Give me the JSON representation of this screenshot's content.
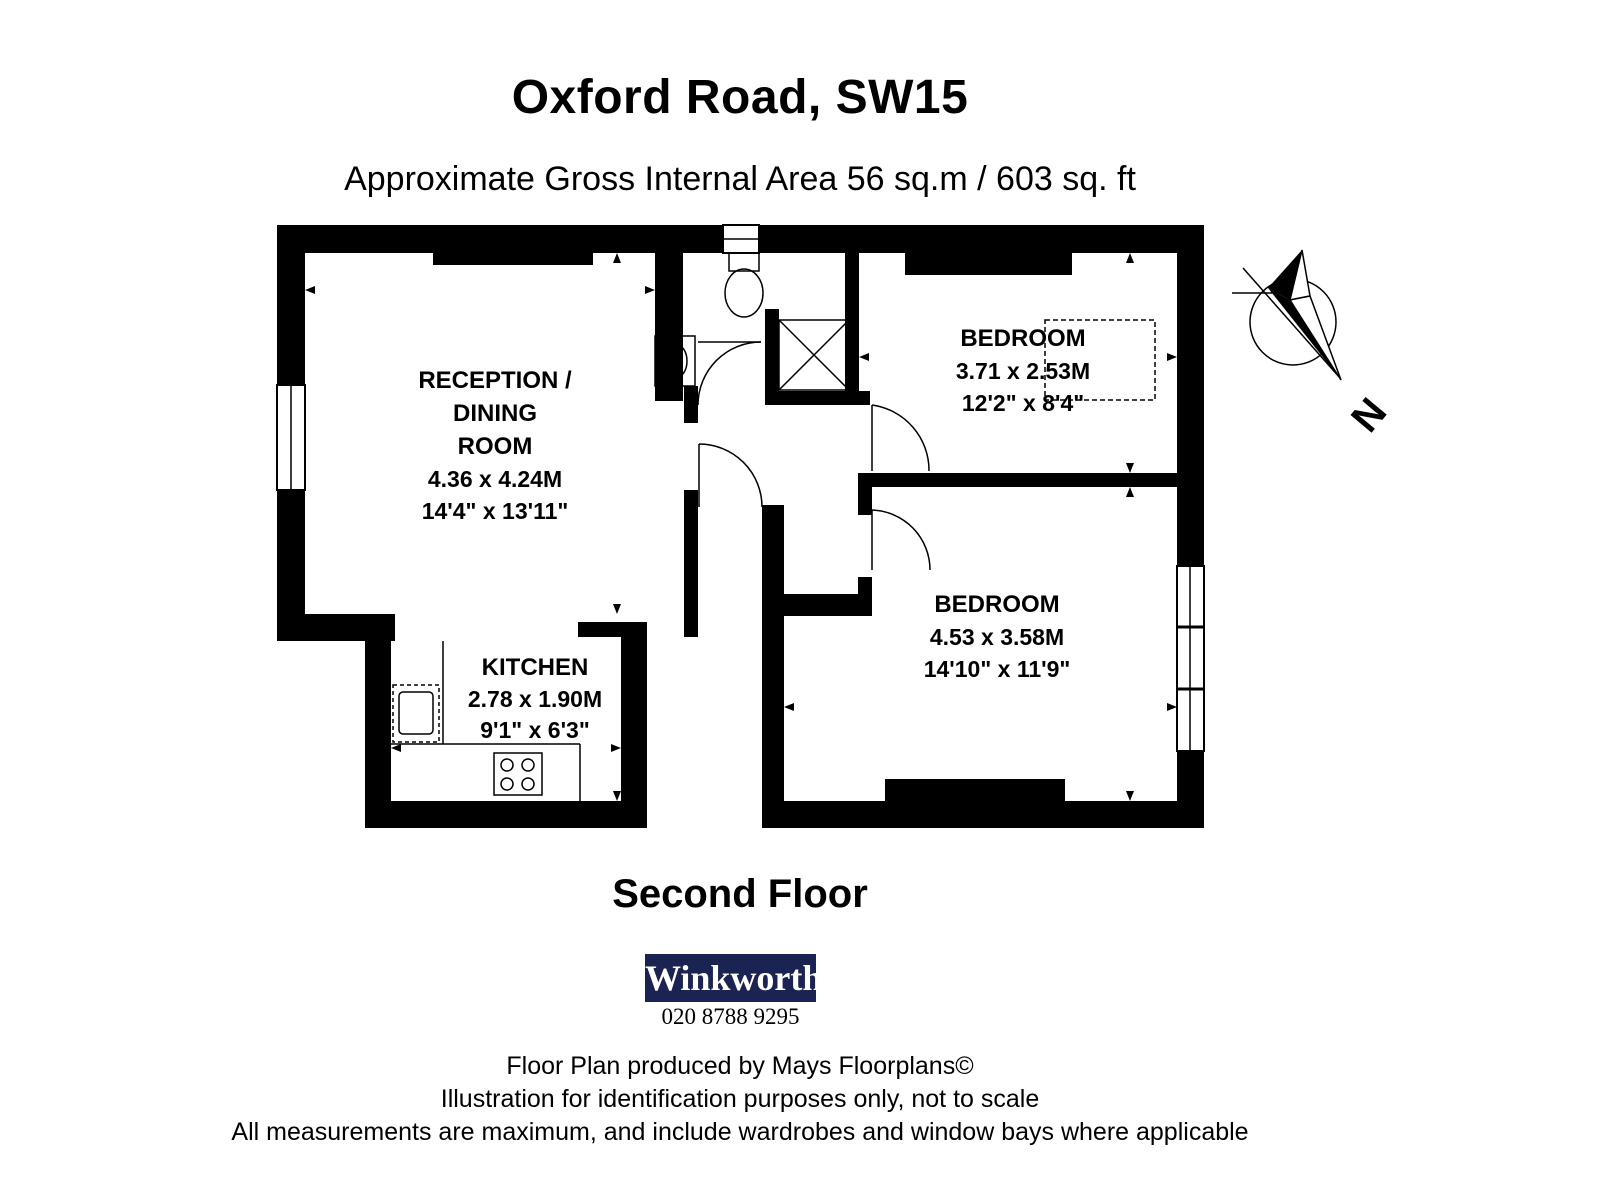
{
  "header": {
    "title": "Oxford Road, SW15",
    "area": "Approximate Gross Internal Area 56 sq.m  /  603 sq. ft"
  },
  "rooms": {
    "reception": {
      "name_1": "RECEPTION /",
      "name_2": "DINING",
      "name_3": "ROOM",
      "metric": "4.36 x 4.24M",
      "imperial": "14'4\" x 13'11\""
    },
    "kitchen": {
      "name": "KITCHEN",
      "metric": "2.78 x 1.90M",
      "imperial": "9'1\" x 6'3\""
    },
    "bedroom_1": {
      "name": "BEDROOM",
      "metric": "3.71 x 2.53M",
      "imperial": "12'2\" x 8'4\""
    },
    "bedroom_2": {
      "name": "BEDROOM",
      "metric": "4.53 x 3.58M",
      "imperial": "14'10\" x 11'9\""
    }
  },
  "compass": {
    "letter": "N",
    "icon": "north-arrow-icon"
  },
  "floor_label": "Second Floor",
  "agent": {
    "logo_text": "Winkworth",
    "phone": "020 8788 9295",
    "logo_color": "#1b2353"
  },
  "footer": {
    "line_1": "Floor Plan produced by Mays Floorplans©",
    "line_2": "Illustration for identification purposes only, not to scale",
    "line_3": "All measurements are maximum, and include wardrobes and window bays where applicable"
  }
}
